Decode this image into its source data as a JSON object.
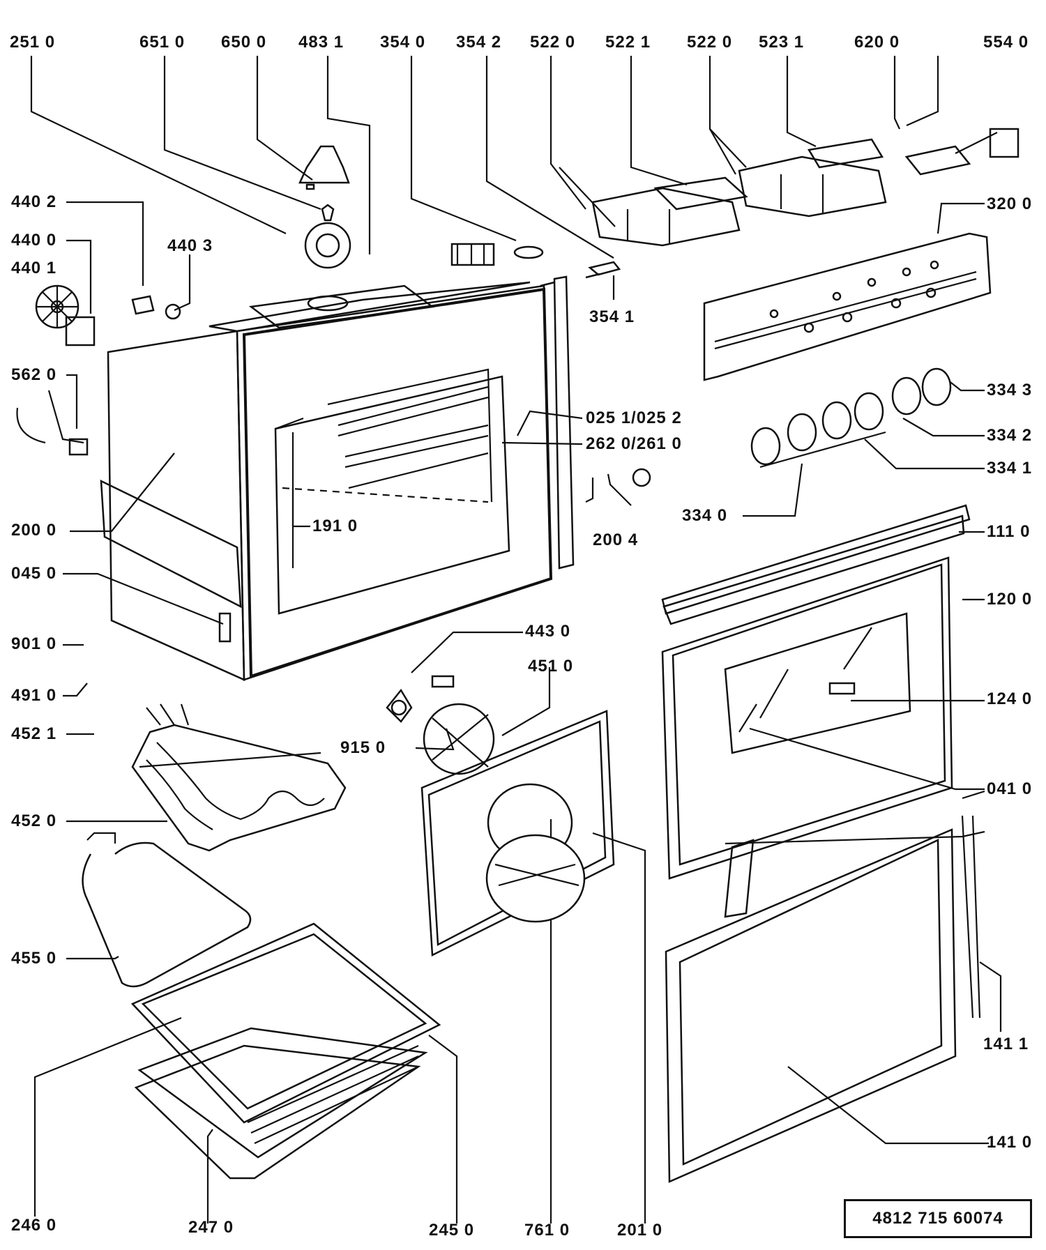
{
  "document_number": "4812  715   60074",
  "labels": {
    "p2510": "251 0",
    "p6510": "651 0",
    "p6500": "650 0",
    "p4831": "483 1",
    "p3540": "354 0",
    "p3542": "354 2",
    "p5220a": "522  0",
    "p5221": "522 1",
    "p5220b": "522 0",
    "p5231": "523 1",
    "p6200": "620 0",
    "p5540": "554  0",
    "p4402": "440 2",
    "p4400": "440 0",
    "p4401": "440 1",
    "p4403": "440 3",
    "p3200": "320 0",
    "p3541": "354 1",
    "p5620": "562 0",
    "p0251": "025 1/025 2",
    "p2620": "262 0/261 0",
    "p3343": "334 3",
    "p3342": "334 2",
    "p3341": "334 1",
    "p3340": "334 0",
    "p2000": "200 0",
    "p1910": "191  0",
    "p2004": "200 4",
    "p1110": "111 0",
    "p0450": "045 0",
    "p1200": "120 0",
    "p4430": "443 0",
    "p9010": "901 0",
    "p4510": "451 0",
    "p4910": "491 0",
    "p1240": "124 0",
    "p4521": "452 1",
    "p9150": "915 0",
    "p0410": "041 0",
    "p4520": "452 0",
    "p4550": "455 0",
    "p1411": "141 1",
    "p1410": "141 0",
    "p2460": "246 0",
    "p2470": "247 0",
    "p2450": "245  0",
    "p7610": "761 0",
    "p2010": "201 0"
  }
}
